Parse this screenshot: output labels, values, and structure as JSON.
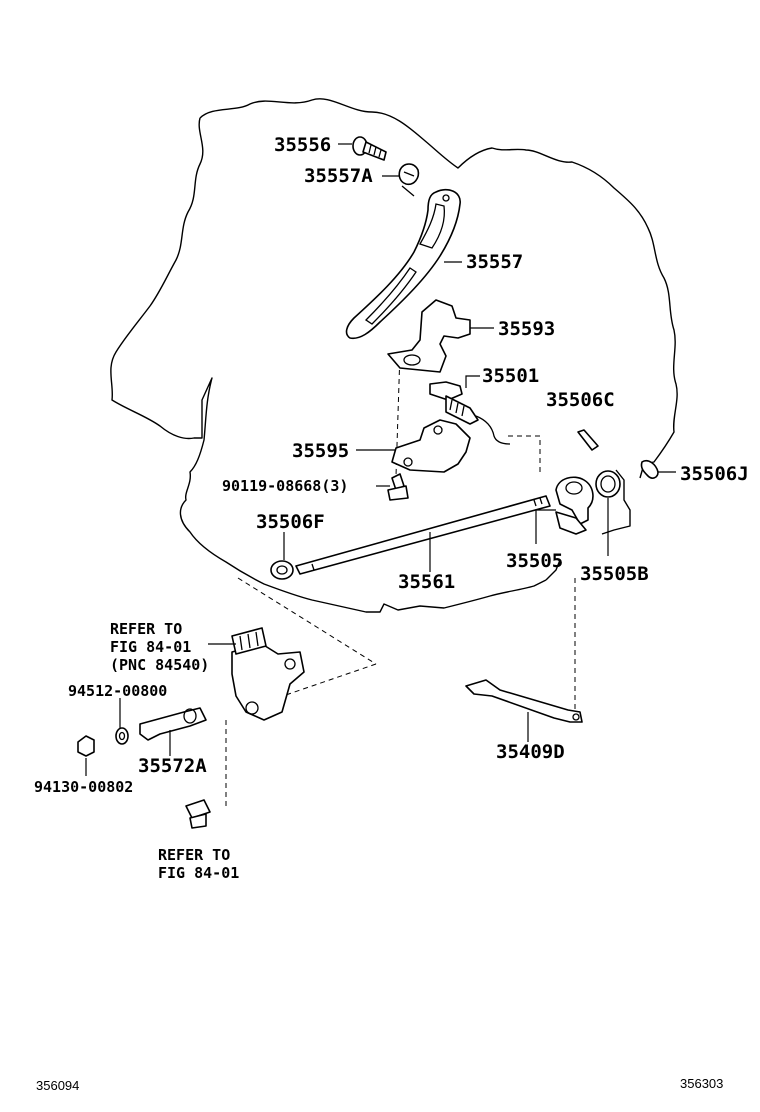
{
  "diagram": {
    "labels": {
      "p35556": "35556",
      "p35557A": "35557A",
      "p35557": "35557",
      "p35593": "35593",
      "p35501": "35501",
      "p35506C": "35506C",
      "p35595": "35595",
      "p35506J": "35506J",
      "p90119": "90119-08668(3)",
      "p35506F": "35506F",
      "p35505": "35505",
      "p35505B": "35505B",
      "p35561": "35561",
      "p35409D": "35409D",
      "p35572A": "35572A",
      "p94512": "94512-00800",
      "p94130": "94130-00802"
    },
    "refer_top": [
      "REFER TO",
      "FIG 84-01",
      "(PNC 84540)"
    ],
    "refer_bottom": [
      "REFER TO",
      "FIG 84-01"
    ],
    "footer_left": "356094",
    "footer_right": "356303"
  }
}
